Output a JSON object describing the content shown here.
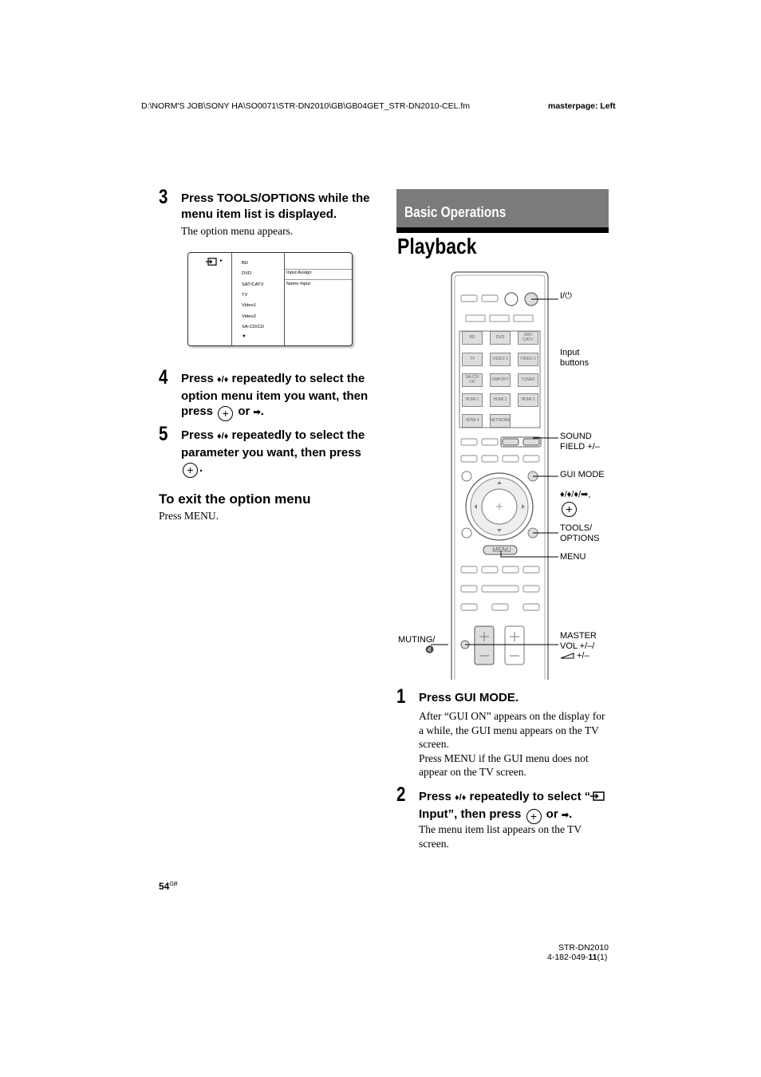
{
  "header": {
    "filepath": "D:\\NORM'S JOB\\SONY HA\\SO0071\\STR-DN2010\\GB\\GB04GET_STR-DN2010-CEL.fm",
    "masterpage": "masterpage: Left"
  },
  "left": {
    "step3": {
      "num": "3",
      "title": "Press TOOLS/OPTIONS while the menu item list is displayed.",
      "desc": "The option menu appears."
    },
    "option_menu": {
      "items": [
        "BD",
        "DVD",
        "SAT/CATV",
        "TV",
        "Video1",
        "Video2",
        "SA-CD/CD",
        "▼"
      ],
      "options": [
        "Input Assign",
        "Name Input"
      ],
      "arrow": "▸"
    },
    "step4": {
      "num": "4",
      "title_a": "Press ",
      "arrows_ud": "♦/♦",
      "title_b": " repeatedly to select the option menu item you want, then press ",
      "title_c": " or ",
      "arrow_right": "➡",
      "title_d": "."
    },
    "step5": {
      "num": "5",
      "title_a": "Press ",
      "arrows_ud": "♦/♦",
      "title_b": " repeatedly to select the parameter you want, then press ",
      "title_d": "."
    },
    "exit": {
      "heading": "To exit the option menu",
      "text": "Press MENU."
    }
  },
  "right": {
    "banner": "Basic Operations",
    "title": "Playback",
    "remote": {
      "input_buttons": [
        "BD",
        "DVD",
        "SAT/ CATV",
        "TV",
        "VIDEO 1",
        "VIDEO 2",
        "SA-CD/ CD",
        "DMPORT",
        "TUNER",
        "HDMI 1",
        "HDMI 2",
        "HDMI 3",
        "HDMI 4",
        "NETWORK"
      ],
      "menu_label": "MENU",
      "labels": {
        "power": "I/⏻",
        "input": "Input buttons",
        "sound_field": "SOUND FIELD +/–",
        "gui_mode": "GUI MODE",
        "arrows": "♦/♦/♦/➡,",
        "tools": "TOOLS/ OPTIONS",
        "menu": "MENU",
        "muting": "MUTING/",
        "muting_icon": "🔇",
        "master_vol": "MASTER VOL +/–/",
        "tv_vol": "+/–"
      }
    },
    "step1": {
      "num": "1",
      "title": "Press GUI MODE.",
      "desc": "After “GUI ON” appears on the display for a while, the GUI menu appears on the TV screen.\nPress MENU if the GUI menu does not appear on the TV screen."
    },
    "step2": {
      "num": "2",
      "title_a": "Press ",
      "arrows_ud": "♦/♦",
      "title_b": " repeatedly to select “",
      "title_c": " Input”, then press ",
      "title_e": " or ",
      "arrow_right": "➡",
      "title_f": ".",
      "desc": "The menu item list appears on the TV screen."
    }
  },
  "footer": {
    "page": "54",
    "page_sup": "GB",
    "model": "STR-DN2010",
    "code_a": "4-182-049-",
    "code_b": "11",
    "code_c": "(1)"
  }
}
